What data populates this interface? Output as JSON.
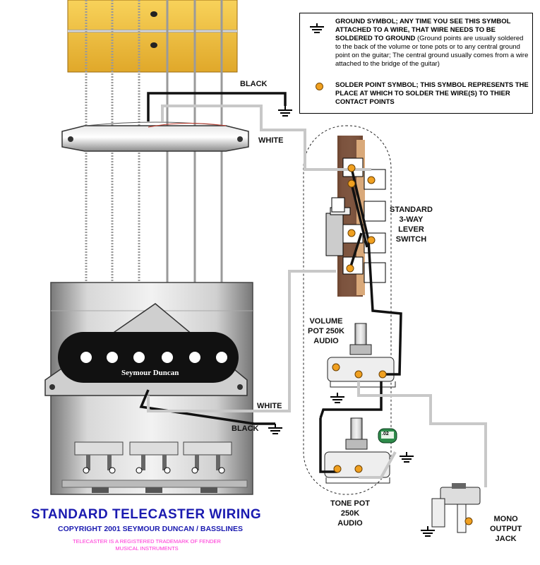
{
  "legend": {
    "ground_heading": "GROUND SYMBOL; ANY TIME YOU SEE THIS SYMBOL ATTACHED TO A WIRE, THAT WIRE NEEDS TO BE SOLDERED TO GROUND",
    "ground_note": "(Ground points are usually soldered to the back of the volume or tone pots or to any central ground point on the guitar; The central ground usually comes from a wire attached to the bridge of the guitar)",
    "solder_heading": "SOLDER POINT SYMBOL; THIS SYMBOL REPRESENTS THE PLACE AT WHICH TO SOLDER THE WIRE(S) TO THIER CONTACT POINTS",
    "ground_icon": "ground-symbol-icon",
    "solder_icon": "solder-point-icon"
  },
  "labels": {
    "neck_black": "BLACK",
    "neck_white": "WHITE",
    "bridge_white": "WHITE",
    "bridge_black": "BLACK",
    "switch": "STANDARD\n3-WAY\nLEVER\nSWITCH",
    "volume": "VOLUME\nPOT 250K\nAUDIO",
    "tone": "TONE POT\n250K\nAUDIO",
    "jack": "MONO\nOUTPUT\nJACK",
    "capacitor": ".02",
    "pickup_brand": "Seymour Duncan"
  },
  "footer": {
    "title": "STANDARD TELECASTER WIRING",
    "copyright": "COPYRIGHT 2001 SEYMOUR DUNCAN / BASSLINES",
    "trademark": "TELECASTER IS A REGISTERED TRADEMARK OF FENDER MUSICAL INSTRUMENTS"
  },
  "colors": {
    "black_wire": "#111111",
    "white_wire": "#c8c8c8",
    "solder": "#f0a020",
    "fretboard": "#f5c542",
    "title": "#1a1ab0",
    "trademark": "#ff2ad4"
  }
}
